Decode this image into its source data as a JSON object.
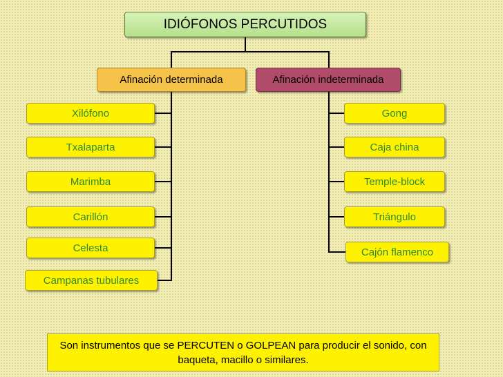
{
  "title": "IDIÓFONOS PERCUTIDOS",
  "determinada": {
    "label": "Afinación determinada",
    "items": [
      "Xilófono",
      "Txalaparta",
      "Marimba",
      "Carillón",
      "Celesta",
      "Campanas tubulares"
    ]
  },
  "indeterminada": {
    "label": "Afinación indeterminada",
    "items": [
      "Gong",
      "Caja china",
      "Temple-block",
      "Triángulo",
      "Cajón flamenco"
    ]
  },
  "note": "Son instrumentos que se PERCUTEN o GOLPEAN para producir el sonido, con baqueta, macillo o similares.",
  "colors": {
    "background": "#f3efb4",
    "title_box": "#c8ea9e",
    "determinada_box": "#f5c34a",
    "indeterminada_box": "#b04c69",
    "item_box": "#fff200",
    "item_text": "#2d8a32"
  }
}
